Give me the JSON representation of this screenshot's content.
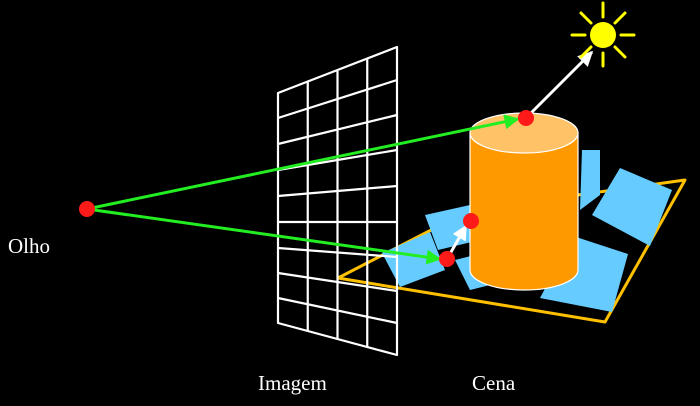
{
  "labels": {
    "eye": "Olho",
    "image": "Imagem",
    "scene": "Cena"
  },
  "colors": {
    "background": "#000000",
    "ray": "#22ee22",
    "grid": "#ffffff",
    "point": "#ff1a1a",
    "floor_outline": "#ffc000",
    "tiles": "#66ccff",
    "cylinder": "#ff9900",
    "cylinder_top": "#ffc266",
    "sun": "#ffff00",
    "arrow": "#ffffff"
  },
  "icons": {
    "sun": "sun-icon",
    "eye_point": "eye-point",
    "hit_point": "intersection-point"
  }
}
